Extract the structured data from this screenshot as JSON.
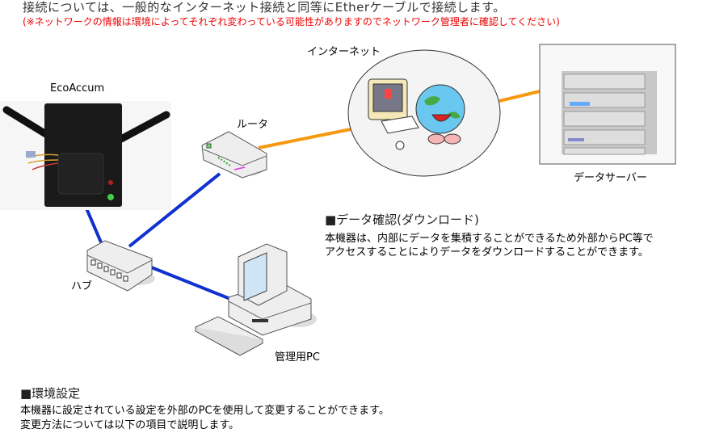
{
  "header": {
    "intro": "接続については、一般的なインターネット接続と同等にEtherケーブルで接続します。",
    "note": "(※ネットワークの情報は環境によってそれぞれ変わっている可能性がありますのでネットワーク管理者に確認してください)"
  },
  "diagram": {
    "nodes": {
      "device": "EcoAccum",
      "router": "ルータ",
      "internet": "インターネット",
      "server": "データサーバー",
      "hub": "ハブ",
      "pc": "管理用PC"
    },
    "colors": {
      "lan_cable": "#1030d0",
      "wan_cable": "#f59a10",
      "note_text": "#ee0000"
    }
  },
  "sections": {
    "download": {
      "heading": "■データ確認(ダウンロード)",
      "lines": [
        "本機器は、内部にデータを集積することができるため外部からPC等で",
        "アクセスすることによりデータをダウンロードすることができます。"
      ]
    },
    "settings": {
      "heading": "■環境設定",
      "lines": [
        "本機器に設定されている設定を外部のPCを使用して変更することができます。",
        "変更方法については以下の項目で説明します。"
      ]
    }
  }
}
